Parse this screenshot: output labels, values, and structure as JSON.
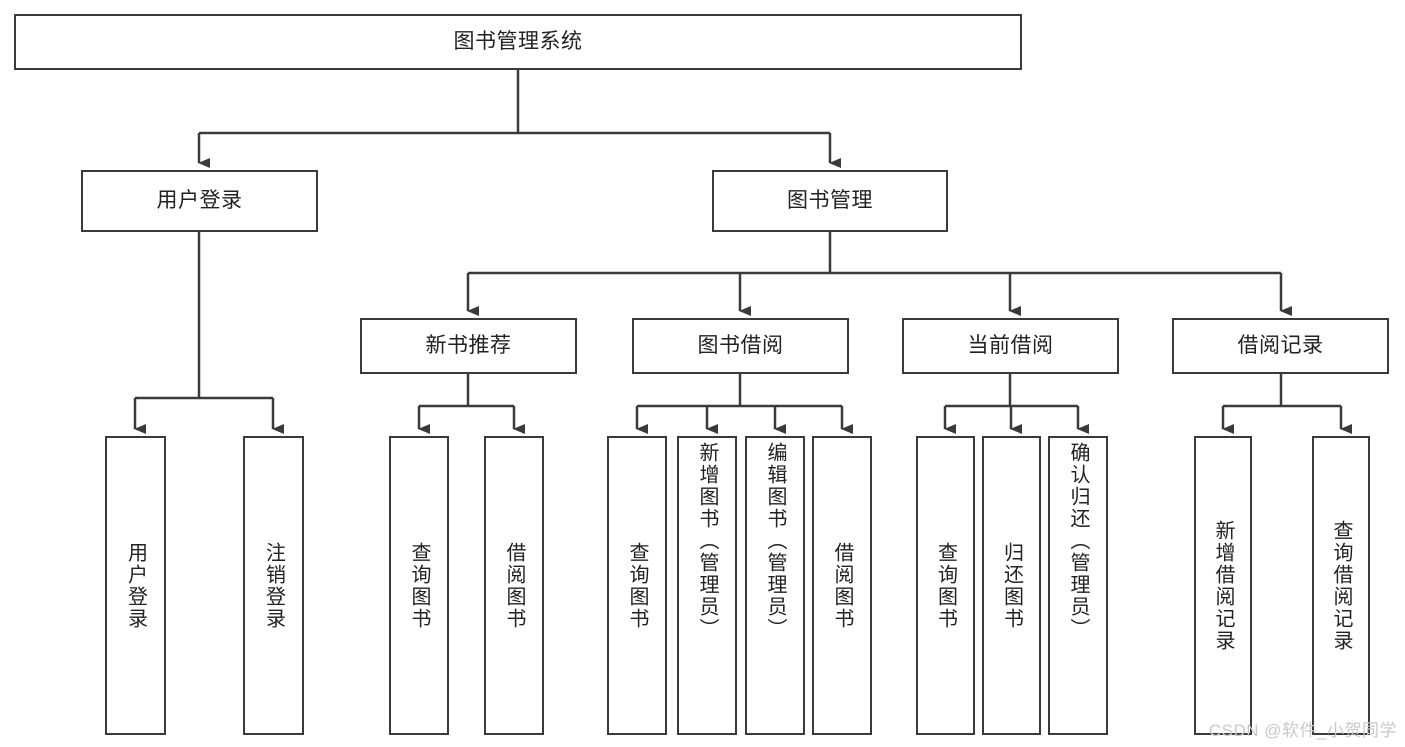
{
  "diagram": {
    "title": "图书管理系统",
    "type": "hierarchy-tree",
    "line_color": "#3a3a3a",
    "box_fill": "#ffffff",
    "text_color": "#222222",
    "watermark": "CSDN @软件_小贺同学",
    "nodes": {
      "root": {
        "label": "图书管理系统"
      },
      "level1": [
        {
          "label": "用户登录"
        },
        {
          "label": "图书管理"
        }
      ],
      "level2": [
        {
          "label": "新书推荐"
        },
        {
          "label": "图书借阅"
        },
        {
          "label": "当前借阅"
        },
        {
          "label": "借阅记录"
        }
      ],
      "leaves": {
        "user_login": [
          {
            "label": "用户登录"
          },
          {
            "label": "注销登录"
          }
        ],
        "new_book_recommend": [
          {
            "label": "查询图书"
          },
          {
            "label": "借阅图书"
          }
        ],
        "book_borrow": [
          {
            "label": "查询图书"
          },
          {
            "label": "新增图书（管理员）"
          },
          {
            "label": "编辑图书（管理员）"
          },
          {
            "label": "借阅图书"
          }
        ],
        "current_borrow": [
          {
            "label": "查询图书"
          },
          {
            "label": "归还图书"
          },
          {
            "label": "确认归还（管理员）"
          }
        ],
        "borrow_record": [
          {
            "label": "新增借阅记录"
          },
          {
            "label": "查询借阅记录"
          }
        ]
      }
    }
  }
}
